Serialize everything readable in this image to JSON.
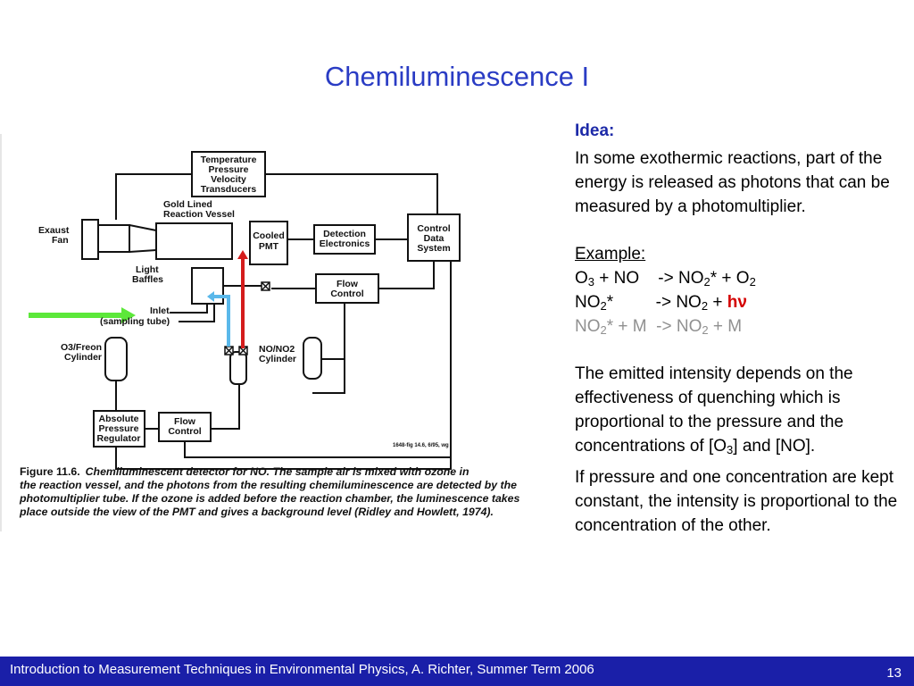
{
  "slide": {
    "title": "Chemiluminescence  I",
    "page_number": "13"
  },
  "footer": {
    "text": "Introduction to Measurement Techniques in Environmental Physics, A. Richter, Summer Term 2006"
  },
  "diagram": {
    "labels": {
      "temperature": [
        "Temperature",
        "Pressure",
        "Velocity",
        "Transducers"
      ],
      "gold_lined": [
        "Gold Lined",
        "Reaction Vessel"
      ],
      "exaust_fan": [
        "Exaust",
        "Fan"
      ],
      "cooled_pmt": [
        "Cooled",
        "PMT"
      ],
      "detection": [
        "Detection",
        "Electronics"
      ],
      "control_data": [
        "Control",
        "Data",
        "System"
      ],
      "light_baffles": [
        "Light",
        "Baffles"
      ],
      "flow_control_top": [
        "Flow",
        "Control"
      ],
      "inlet": [
        "Inlet",
        "(sampling tube)"
      ],
      "o3_freon": [
        "O3/Freon",
        "Cylinder"
      ],
      "no_no2": [
        "NO/NO2",
        "Cylinder"
      ],
      "absolute": [
        "Absolute",
        "Pressure",
        "Regulator"
      ],
      "flow_control_bottom": [
        "Flow",
        "Control"
      ],
      "source_note": "1648-fig 14.6, 6/95, wg"
    },
    "caption": {
      "fig_label": "Figure 11.6.",
      "lines": [
        "Chemiluminescent detector for NO. The sample air is mixed with ozone in",
        "the reaction vessel, and the photons from the resulting chemiluminescence are detected by the",
        "photomultiplier tube. If the ozone is added before the reaction chamber, the luminescence takes",
        "place outside the view of the PMT and gives a background level (Ridley and Howlett, 1974)."
      ]
    },
    "arrow_colors": {
      "green": "#5ce83a",
      "blue": "#5ab8ea",
      "red": "#d41c1c"
    }
  },
  "content": {
    "idea_heading": "Idea:",
    "idea_text": "In some exothermic reactions, part of the energy is released as photons that can be measured by a photomultiplier.",
    "example_heading": "Example:",
    "eq1": {
      "a": "O",
      "a_sub": "3",
      "b": " + NO    -> NO",
      "b_sub": "2",
      "c": "* + O",
      "c_sub": "2"
    },
    "eq2": {
      "a": "NO",
      "a_sub": "2",
      "b": "*         -> NO",
      "b_sub": "2",
      "c": " + ",
      "hv": "hν"
    },
    "eq3": {
      "a": "NO",
      "a_sub": "2",
      "b": "* + M  -> NO",
      "b_sub": "2",
      "c": " + M"
    },
    "para1": {
      "a": "The emitted intensity depends on the effectiveness of quenching which is proportional to the pressure and the concentrations of [O",
      "sub": "3",
      "b": "] and [NO]."
    },
    "para2": "If pressure and one concentration are kept constant, the intensity is proportional to the concentration of the other."
  }
}
